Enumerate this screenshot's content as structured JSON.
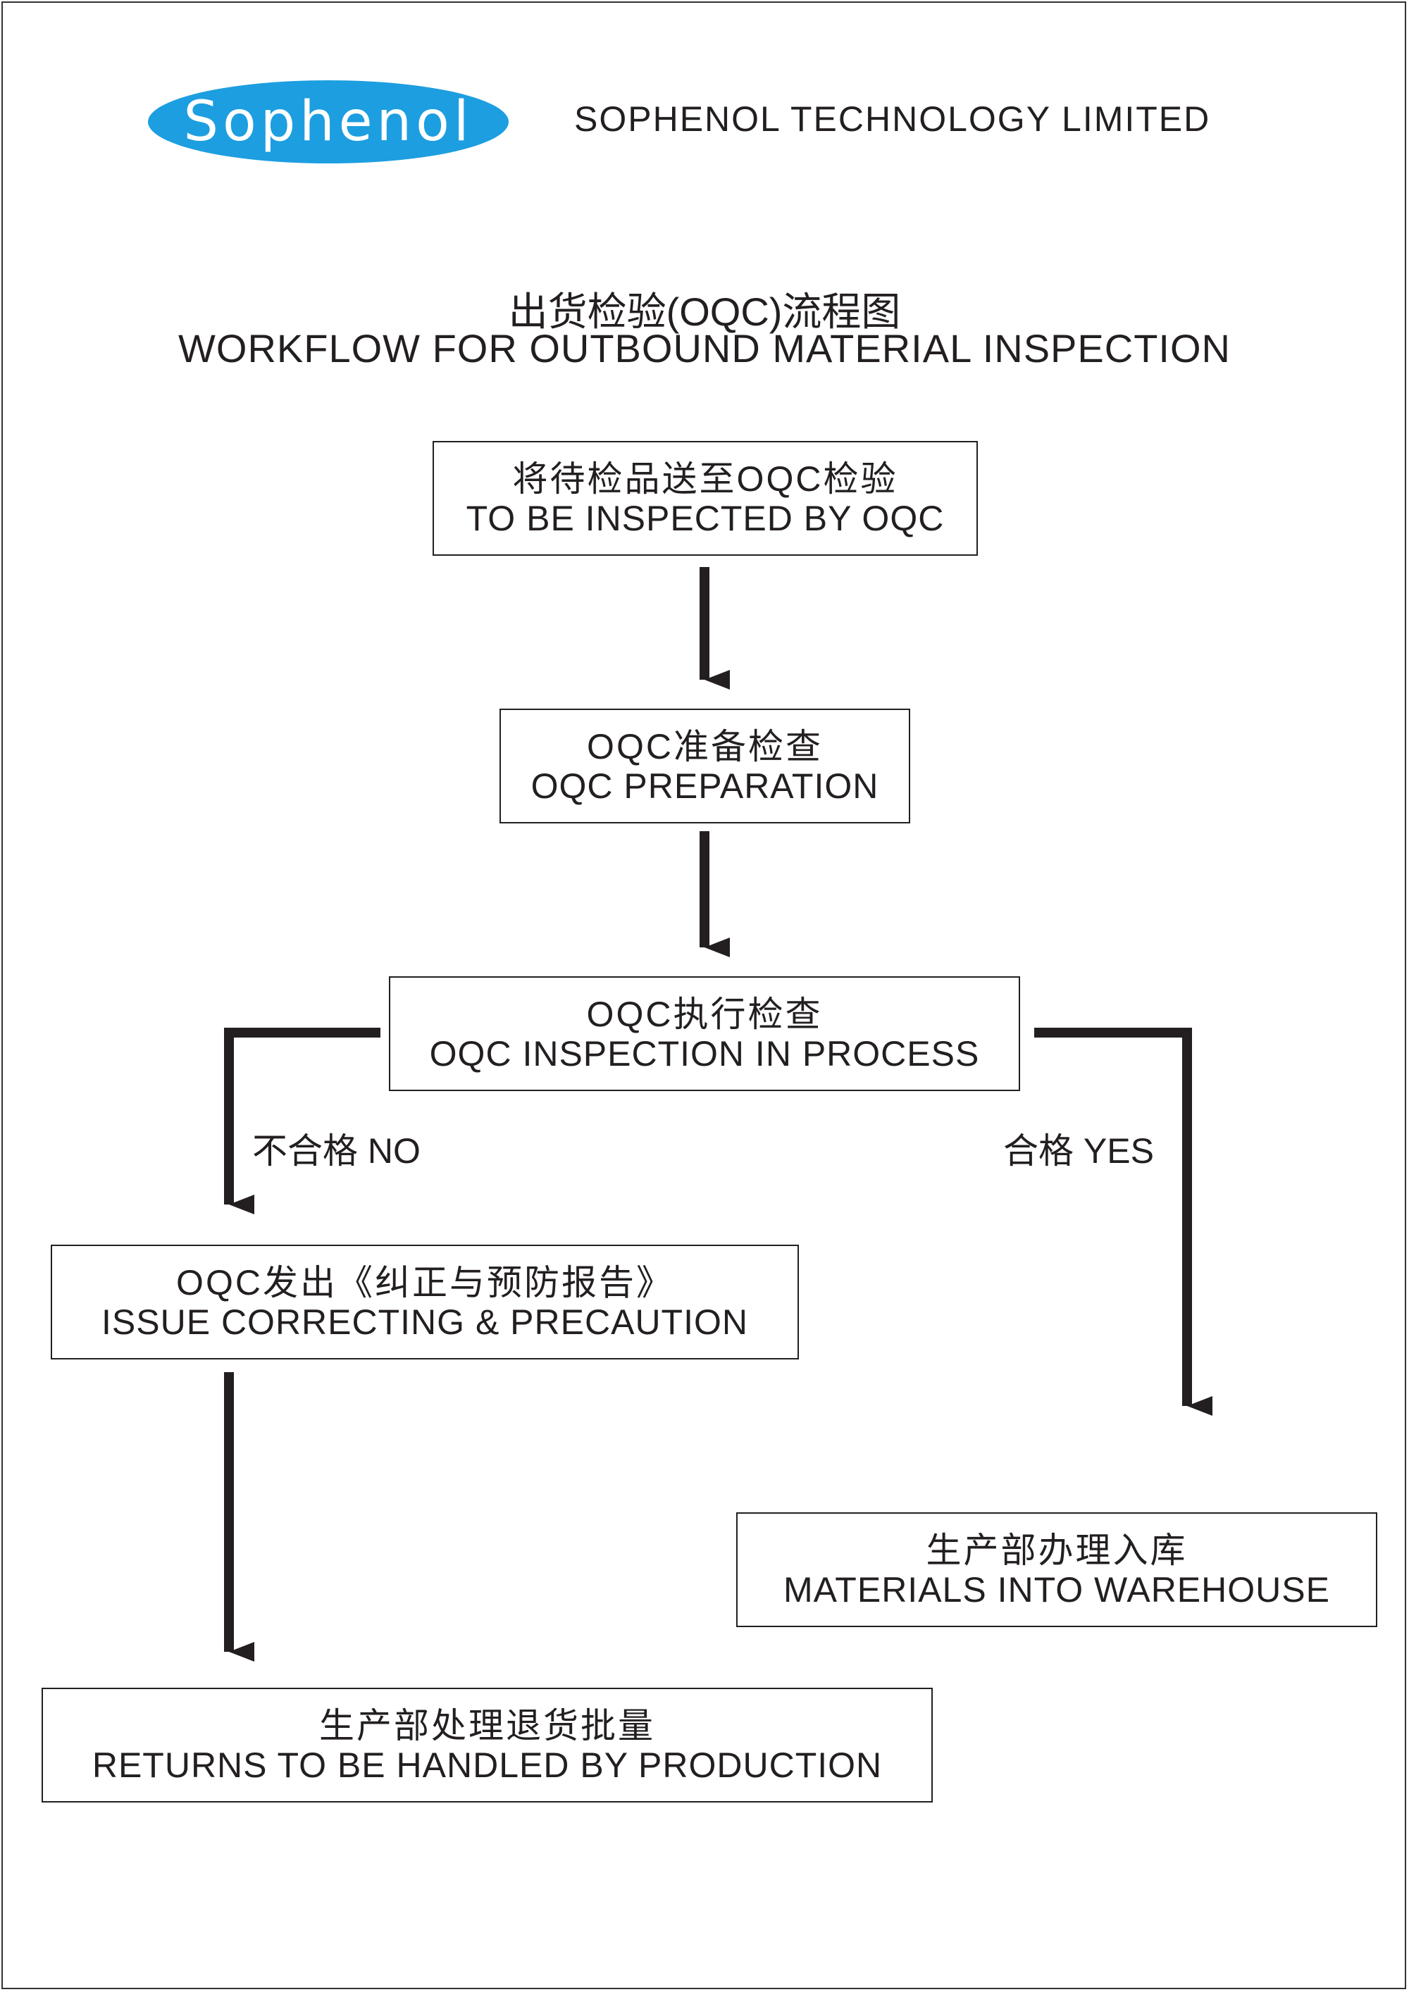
{
  "header": {
    "logo_text": "Sophenol",
    "company_name": "SOPHENOL TECHNOLOGY LIMITED",
    "brand_color": "#1d9ee0"
  },
  "title": {
    "cn": "出货检验(OQC)流程图",
    "en": "WORKFLOW FOR OUTBOUND MATERIAL INSPECTION"
  },
  "steps": {
    "inspect": {
      "cn": "将待检品送至OQC检验",
      "en": "TO BE INSPECTED BY OQC"
    },
    "preparation": {
      "cn": "OQC准备检查",
      "en": "OQC PREPARATION"
    },
    "process": {
      "cn": "OQC执行检查",
      "en": "OQC INSPECTION IN PROCESS"
    },
    "correcting": {
      "cn": "OQC发出《纠正与预防报告》",
      "en": "ISSUE CORRECTING & PRECAUTION"
    },
    "returns": {
      "cn": "生产部处理退货批量",
      "en": "RETURNS TO BE HANDLED BY PRODUCTION"
    },
    "warehouse": {
      "cn": "生产部办理入库",
      "en": "MATERIALS INTO WAREHOUSE"
    }
  },
  "branches": {
    "no": "不合格 NO",
    "yes": "合格 YES"
  }
}
